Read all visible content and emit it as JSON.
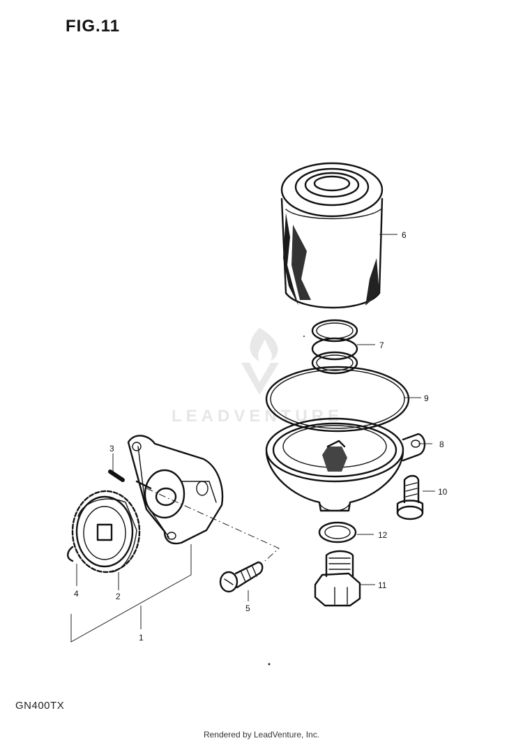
{
  "figure": {
    "title": "FIG.11",
    "model": "GN400TX",
    "credit": "Rendered by LeadVenture, Inc.",
    "watermark": "LEADVENTURE",
    "ink_color": "#111111",
    "watermark_color": "#e6e6e6"
  },
  "callouts": [
    {
      "id": "1",
      "label": "1"
    },
    {
      "id": "2",
      "label": "2"
    },
    {
      "id": "3",
      "label": "3"
    },
    {
      "id": "4",
      "label": "4"
    },
    {
      "id": "5",
      "label": "5"
    },
    {
      "id": "6",
      "label": "6"
    },
    {
      "id": "7",
      "label": "7"
    },
    {
      "id": "8",
      "label": "8"
    },
    {
      "id": "9",
      "label": "9"
    },
    {
      "id": "10",
      "label": "10"
    },
    {
      "id": "11",
      "label": "11"
    },
    {
      "id": "12",
      "label": "12"
    }
  ]
}
